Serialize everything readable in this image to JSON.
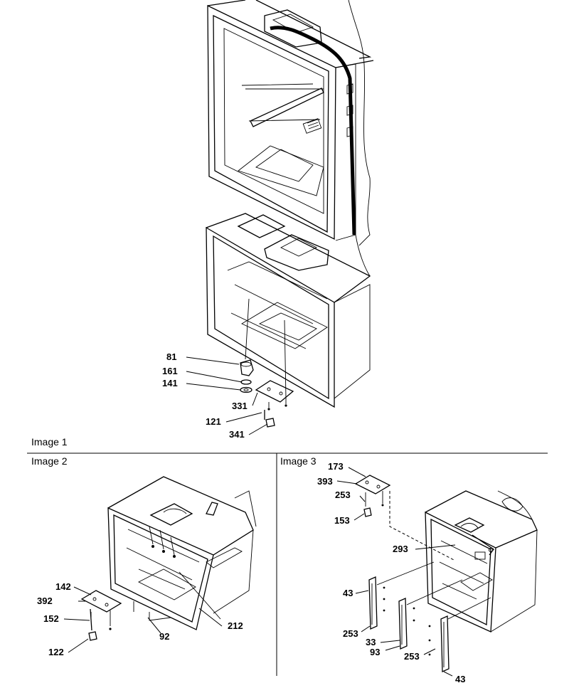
{
  "panels": {
    "image1": "Image 1",
    "image2": "Image 2",
    "image3": "Image 3"
  },
  "callouts": {
    "image1": [
      "81",
      "161",
      "141",
      "331",
      "121",
      "341"
    ],
    "image2": [
      "142",
      "392",
      "152",
      "122",
      "92",
      "212"
    ],
    "image3": [
      "173",
      "393",
      "253",
      "153",
      "293",
      "43",
      "253",
      "33",
      "93",
      "253",
      "43"
    ]
  }
}
